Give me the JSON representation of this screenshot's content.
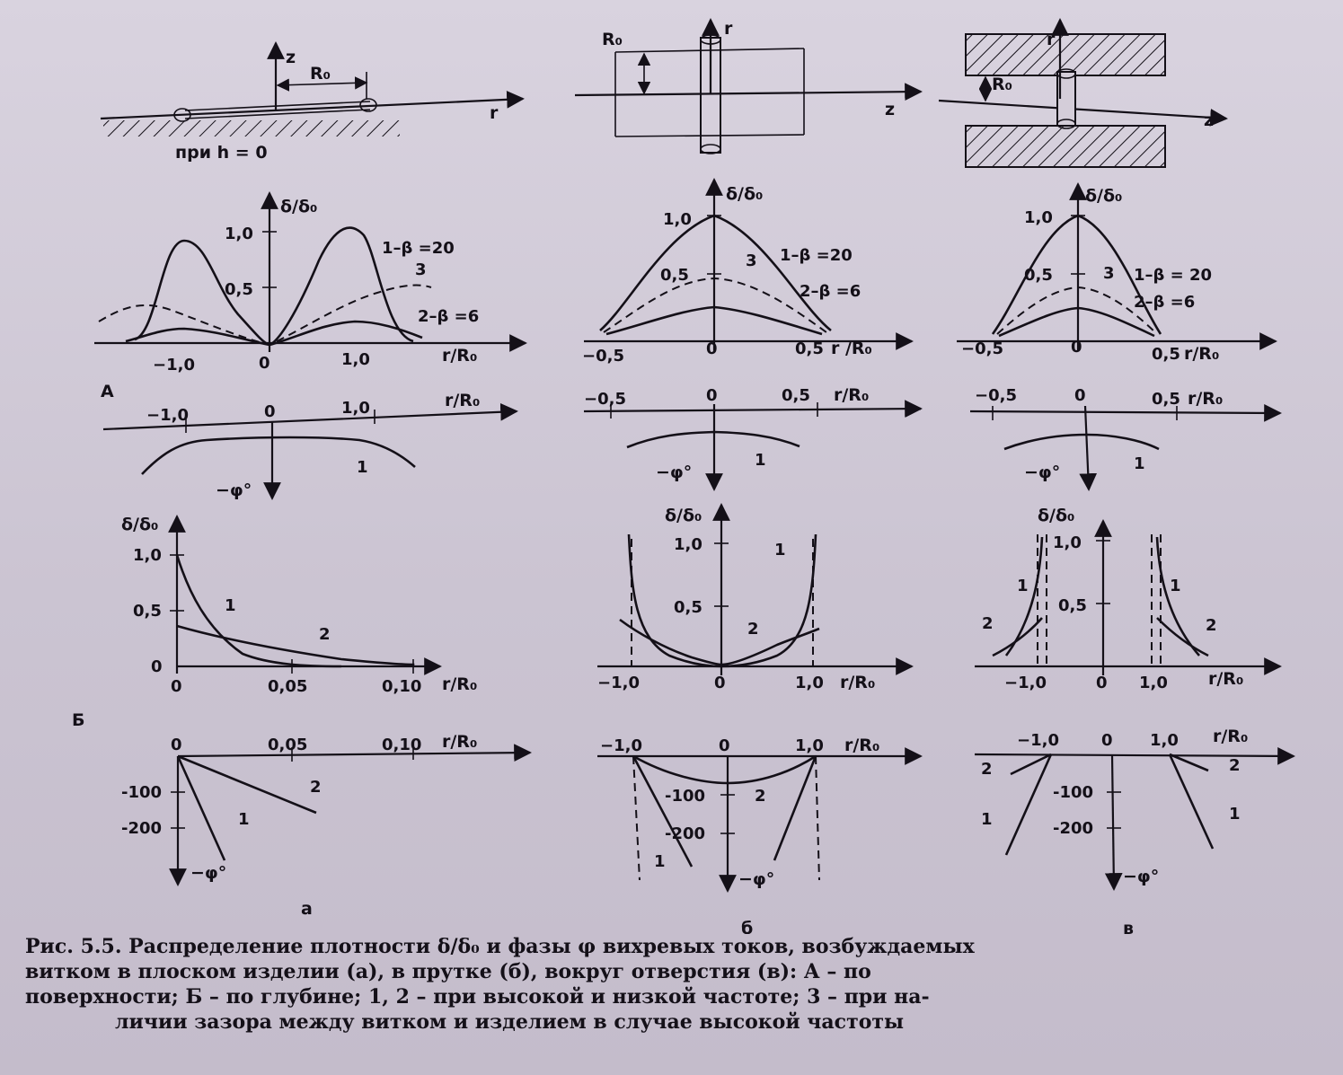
{
  "top": {
    "a": {
      "z": "z",
      "R0": "R₀",
      "r": "r",
      "note": "при h = 0"
    },
    "b": {
      "R0": "R₀",
      "r": "r",
      "z": "z"
    },
    "c": {
      "R0": "R₀",
      "r": "r",
      "z": "z"
    }
  },
  "panels": {
    "Aa": {
      "ylabel": "δ/δ₀",
      "y1": "1,0",
      "y05": "0,5",
      "xm": "−1,0",
      "x0": "0",
      "xp": "1,0",
      "xlabel": "r/R₀",
      "c1": "1–β =20",
      "c2": "2–β =6",
      "c3": "3"
    },
    "Ab": {
      "ylabel": "δ/δ₀",
      "y1": "1,0",
      "y05": "0,5",
      "xm": "−0,5",
      "x0": "0",
      "xp": "0,5",
      "xlabel": "r /R₀",
      "c1": "1–β =20",
      "c2": "2–β =6",
      "c3": "3"
    },
    "Ac": {
      "ylabel": "δ/δ₀",
      "y1": "1,0",
      "y05": "0,5",
      "xm": "−0,5",
      "x0": "0",
      "xp": "0,5",
      "xlabel": "r/R₀",
      "c1": "1–β = 20",
      "c2": "2–β =6",
      "c3": "3"
    },
    "Pa": {
      "xm": "−1,0",
      "x0": "0",
      "xp": "1,0",
      "xlabel": "r/R₀",
      "phi": "−φ°",
      "c1": "1"
    },
    "Pb": {
      "xm": "−0,5",
      "x0": "0",
      "xp": "0,5",
      "xlabel": "r/R₀",
      "phi": "−φ°",
      "c1": "1"
    },
    "Pc": {
      "xm": "−0,5",
      "x0": "0",
      "xp": "0,5",
      "xlabel": "r/R₀",
      "phi": "−φ°",
      "c1": "1"
    },
    "Ba": {
      "ylabel": "δ/δ₀",
      "y1": "1,0",
      "y05": "0,5",
      "y0": "0",
      "x0": "0",
      "x005": "0,05",
      "x010": "0,10",
      "xlabel": "r/R₀",
      "c1": "1",
      "c2": "2"
    },
    "Bb": {
      "ylabel": "δ/δ₀",
      "y1": "1,0",
      "y05": "0,5",
      "xm": "−1,0",
      "x0": "0",
      "xp": "1,0",
      "xlabel": "r/R₀",
      "c1": "1",
      "c2": "2"
    },
    "Bc": {
      "ylabel": "δ/δ₀",
      "y1": "1,0",
      "y05": "0,5",
      "xm": "−1,0",
      "x0": "0",
      "xp": "1,0",
      "xlabel": "r/R₀",
      "c1": "1",
      "c2": "2"
    },
    "Qa": {
      "x0": "0",
      "x005": "0,05",
      "x010": "0,10",
      "xlabel": "r/R₀",
      "y100": "-100",
      "y200": "-200",
      "phi": "−φ°",
      "c1": "1",
      "c2": "2"
    },
    "Qb": {
      "xm": "−1,0",
      "x0": "0",
      "xp": "1,0",
      "xlabel": "r/R₀",
      "y100": "-100",
      "y200": "-200",
      "phi": "−φ°",
      "c1": "1",
      "c2": "2"
    },
    "Qc": {
      "xm": "−1,0",
      "x0": "0",
      "xp": "1,0",
      "xlabel": "r/R₀",
      "y100": "-100",
      "y200": "-200",
      "phi": "−φ°",
      "c1": "1",
      "c2": "2"
    }
  },
  "sections": {
    "A": "А",
    "B": "Б"
  },
  "columns": {
    "a": "а",
    "b": "б",
    "c": "в"
  },
  "caption": {
    "line1": "Рис. 5.5. Распределение плотности δ/δ₀ и фазы φ вихревых токов, возбуждаемых",
    "line2": "витком в плоском изделии (а), в прутке (б), вокруг отверстия (в): А – по",
    "line3": "поверхности; Б – по глубине; 1, 2 – при высокой и низкой частоте; 3 – при на-",
    "line4": "личии зазора между витком и изделием в случае высокой частоты"
  }
}
